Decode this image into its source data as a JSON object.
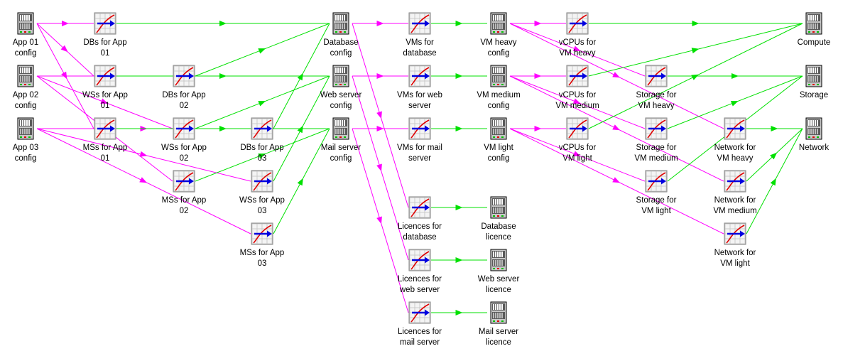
{
  "colors": {
    "dependency_edge": "#ff00ff",
    "flow_edge": "#00e000",
    "server_body": "#c8c8c8",
    "server_dark": "#5a5a5a",
    "chart_grid": "#c0c0c0",
    "chart_red": "#e00000",
    "chart_blue": "#0000e0",
    "server_led_green": "#00c000",
    "server_led_red": "#e00000"
  },
  "nodes": [
    {
      "id": "app01_config",
      "label": "App 01\nconfig",
      "icon": "server-icon"
    },
    {
      "id": "app02_config",
      "label": "App 02\nconfig",
      "icon": "server-icon"
    },
    {
      "id": "app03_config",
      "label": "App 03\nconfig",
      "icon": "server-icon"
    },
    {
      "id": "dbs_app01",
      "label": "DBs for App\n01",
      "icon": "chart-icon"
    },
    {
      "id": "wss_app01",
      "label": "WSs for App\n01",
      "icon": "chart-icon"
    },
    {
      "id": "mss_app01",
      "label": "MSs for App\n01",
      "icon": "chart-icon"
    },
    {
      "id": "dbs_app02",
      "label": "DBs for App\n02",
      "icon": "chart-icon"
    },
    {
      "id": "wss_app02",
      "label": "WSs for App\n02",
      "icon": "chart-icon"
    },
    {
      "id": "mss_app02",
      "label": "MSs for App\n02",
      "icon": "chart-icon"
    },
    {
      "id": "dbs_app03",
      "label": "DBs for App\n03",
      "icon": "chart-icon"
    },
    {
      "id": "wss_app03",
      "label": "WSs for App\n03",
      "icon": "chart-icon"
    },
    {
      "id": "mss_app03",
      "label": "MSs for App\n03",
      "icon": "chart-icon"
    },
    {
      "id": "database_config",
      "label": "Database\nconfig",
      "icon": "server-icon"
    },
    {
      "id": "webserver_config",
      "label": "Web server\nconfig",
      "icon": "server-icon"
    },
    {
      "id": "mailserver_config",
      "label": "Mail server\nconfig",
      "icon": "server-icon"
    },
    {
      "id": "vms_database",
      "label": "VMs for\ndatabase",
      "icon": "chart-icon"
    },
    {
      "id": "vms_webserver",
      "label": "VMs for web\nserver",
      "icon": "chart-icon"
    },
    {
      "id": "vms_mailserver",
      "label": "VMs for mail\nserver",
      "icon": "chart-icon"
    },
    {
      "id": "licences_database",
      "label": "Licences for\ndatabase",
      "icon": "chart-icon"
    },
    {
      "id": "licences_webserver",
      "label": "Licences for\nweb server",
      "icon": "chart-icon"
    },
    {
      "id": "licences_mailserver",
      "label": "Licences for\nmail server",
      "icon": "chart-icon"
    },
    {
      "id": "database_licence",
      "label": "Database\nlicence",
      "icon": "server-icon"
    },
    {
      "id": "webserver_licence",
      "label": "Web server\nlicence",
      "icon": "server-icon"
    },
    {
      "id": "mailserver_licence",
      "label": "Mail server\nlicence",
      "icon": "server-icon"
    },
    {
      "id": "vm_heavy_config",
      "label": "VM heavy\nconfig",
      "icon": "server-icon"
    },
    {
      "id": "vm_medium_config",
      "label": "VM medium\nconfig",
      "icon": "server-icon"
    },
    {
      "id": "vm_light_config",
      "label": "VM light\nconfig",
      "icon": "server-icon"
    },
    {
      "id": "vcpus_heavy",
      "label": "vCPUs for\nVM heavy",
      "icon": "chart-icon"
    },
    {
      "id": "vcpus_medium",
      "label": "vCPUs for\nVM medium",
      "icon": "chart-icon"
    },
    {
      "id": "vcpus_light",
      "label": "vCPUs for\nVM light",
      "icon": "chart-icon"
    },
    {
      "id": "storage_heavy",
      "label": "Storage for\nVM heavy",
      "icon": "chart-icon"
    },
    {
      "id": "storage_medium",
      "label": "Storage for\nVM medium",
      "icon": "chart-icon"
    },
    {
      "id": "storage_light",
      "label": "Storage for\nVM light",
      "icon": "chart-icon"
    },
    {
      "id": "network_heavy",
      "label": "Network for\nVM heavy",
      "icon": "chart-icon"
    },
    {
      "id": "network_medium",
      "label": "Network for\nVM medium",
      "icon": "chart-icon"
    },
    {
      "id": "network_light",
      "label": "Network for\nVM light",
      "icon": "chart-icon"
    },
    {
      "id": "compute",
      "label": "Compute",
      "icon": "server-icon"
    },
    {
      "id": "storage",
      "label": "Storage",
      "icon": "server-icon"
    },
    {
      "id": "network",
      "label": "Network",
      "icon": "server-icon"
    }
  ],
  "edges": [
    {
      "from": "app01_config",
      "to": "dbs_app01",
      "kind": "dependency"
    },
    {
      "from": "app01_config",
      "to": "wss_app01",
      "kind": "dependency"
    },
    {
      "from": "app01_config",
      "to": "mss_app01",
      "kind": "dependency"
    },
    {
      "from": "app02_config",
      "to": "dbs_app02",
      "kind": "dependency"
    },
    {
      "from": "app02_config",
      "to": "wss_app02",
      "kind": "dependency"
    },
    {
      "from": "app02_config",
      "to": "mss_app02",
      "kind": "dependency"
    },
    {
      "from": "app03_config",
      "to": "dbs_app03",
      "kind": "dependency"
    },
    {
      "from": "app03_config",
      "to": "wss_app03",
      "kind": "dependency"
    },
    {
      "from": "app03_config",
      "to": "mss_app03",
      "kind": "dependency"
    },
    {
      "from": "dbs_app01",
      "to": "database_config",
      "kind": "flow"
    },
    {
      "from": "dbs_app02",
      "to": "database_config",
      "kind": "flow"
    },
    {
      "from": "dbs_app03",
      "to": "database_config",
      "kind": "flow"
    },
    {
      "from": "wss_app01",
      "to": "webserver_config",
      "kind": "flow"
    },
    {
      "from": "wss_app02",
      "to": "webserver_config",
      "kind": "flow"
    },
    {
      "from": "wss_app03",
      "to": "webserver_config",
      "kind": "flow"
    },
    {
      "from": "mss_app01",
      "to": "mailserver_config",
      "kind": "flow"
    },
    {
      "from": "mss_app02",
      "to": "mailserver_config",
      "kind": "flow"
    },
    {
      "from": "mss_app03",
      "to": "mailserver_config",
      "kind": "flow"
    },
    {
      "from": "database_config",
      "to": "vms_database",
      "kind": "dependency"
    },
    {
      "from": "database_config",
      "to": "licences_database",
      "kind": "dependency"
    },
    {
      "from": "webserver_config",
      "to": "vms_webserver",
      "kind": "dependency"
    },
    {
      "from": "webserver_config",
      "to": "licences_webserver",
      "kind": "dependency"
    },
    {
      "from": "mailserver_config",
      "to": "vms_mailserver",
      "kind": "dependency"
    },
    {
      "from": "mailserver_config",
      "to": "licences_mailserver",
      "kind": "dependency"
    },
    {
      "from": "vms_database",
      "to": "vm_heavy_config",
      "kind": "flow"
    },
    {
      "from": "vms_webserver",
      "to": "vm_medium_config",
      "kind": "flow"
    },
    {
      "from": "vms_mailserver",
      "to": "vm_light_config",
      "kind": "flow"
    },
    {
      "from": "licences_database",
      "to": "database_licence",
      "kind": "flow"
    },
    {
      "from": "licences_webserver",
      "to": "webserver_licence",
      "kind": "flow"
    },
    {
      "from": "licences_mailserver",
      "to": "mailserver_licence",
      "kind": "flow"
    },
    {
      "from": "vm_heavy_config",
      "to": "vcpus_heavy",
      "kind": "dependency"
    },
    {
      "from": "vm_heavy_config",
      "to": "storage_heavy",
      "kind": "dependency"
    },
    {
      "from": "vm_heavy_config",
      "to": "network_heavy",
      "kind": "dependency"
    },
    {
      "from": "vm_medium_config",
      "to": "vcpus_medium",
      "kind": "dependency"
    },
    {
      "from": "vm_medium_config",
      "to": "storage_medium",
      "kind": "dependency"
    },
    {
      "from": "vm_medium_config",
      "to": "network_medium",
      "kind": "dependency"
    },
    {
      "from": "vm_light_config",
      "to": "vcpus_light",
      "kind": "dependency"
    },
    {
      "from": "vm_light_config",
      "to": "storage_light",
      "kind": "dependency"
    },
    {
      "from": "vm_light_config",
      "to": "network_light",
      "kind": "dependency"
    },
    {
      "from": "vcpus_heavy",
      "to": "compute",
      "kind": "flow"
    },
    {
      "from": "vcpus_medium",
      "to": "compute",
      "kind": "flow"
    },
    {
      "from": "vcpus_light",
      "to": "compute",
      "kind": "flow"
    },
    {
      "from": "storage_heavy",
      "to": "storage",
      "kind": "flow"
    },
    {
      "from": "storage_medium",
      "to": "storage",
      "kind": "flow"
    },
    {
      "from": "storage_light",
      "to": "storage",
      "kind": "flow"
    },
    {
      "from": "network_heavy",
      "to": "network",
      "kind": "flow"
    },
    {
      "from": "network_medium",
      "to": "network",
      "kind": "flow"
    },
    {
      "from": "network_light",
      "to": "network",
      "kind": "flow"
    }
  ]
}
